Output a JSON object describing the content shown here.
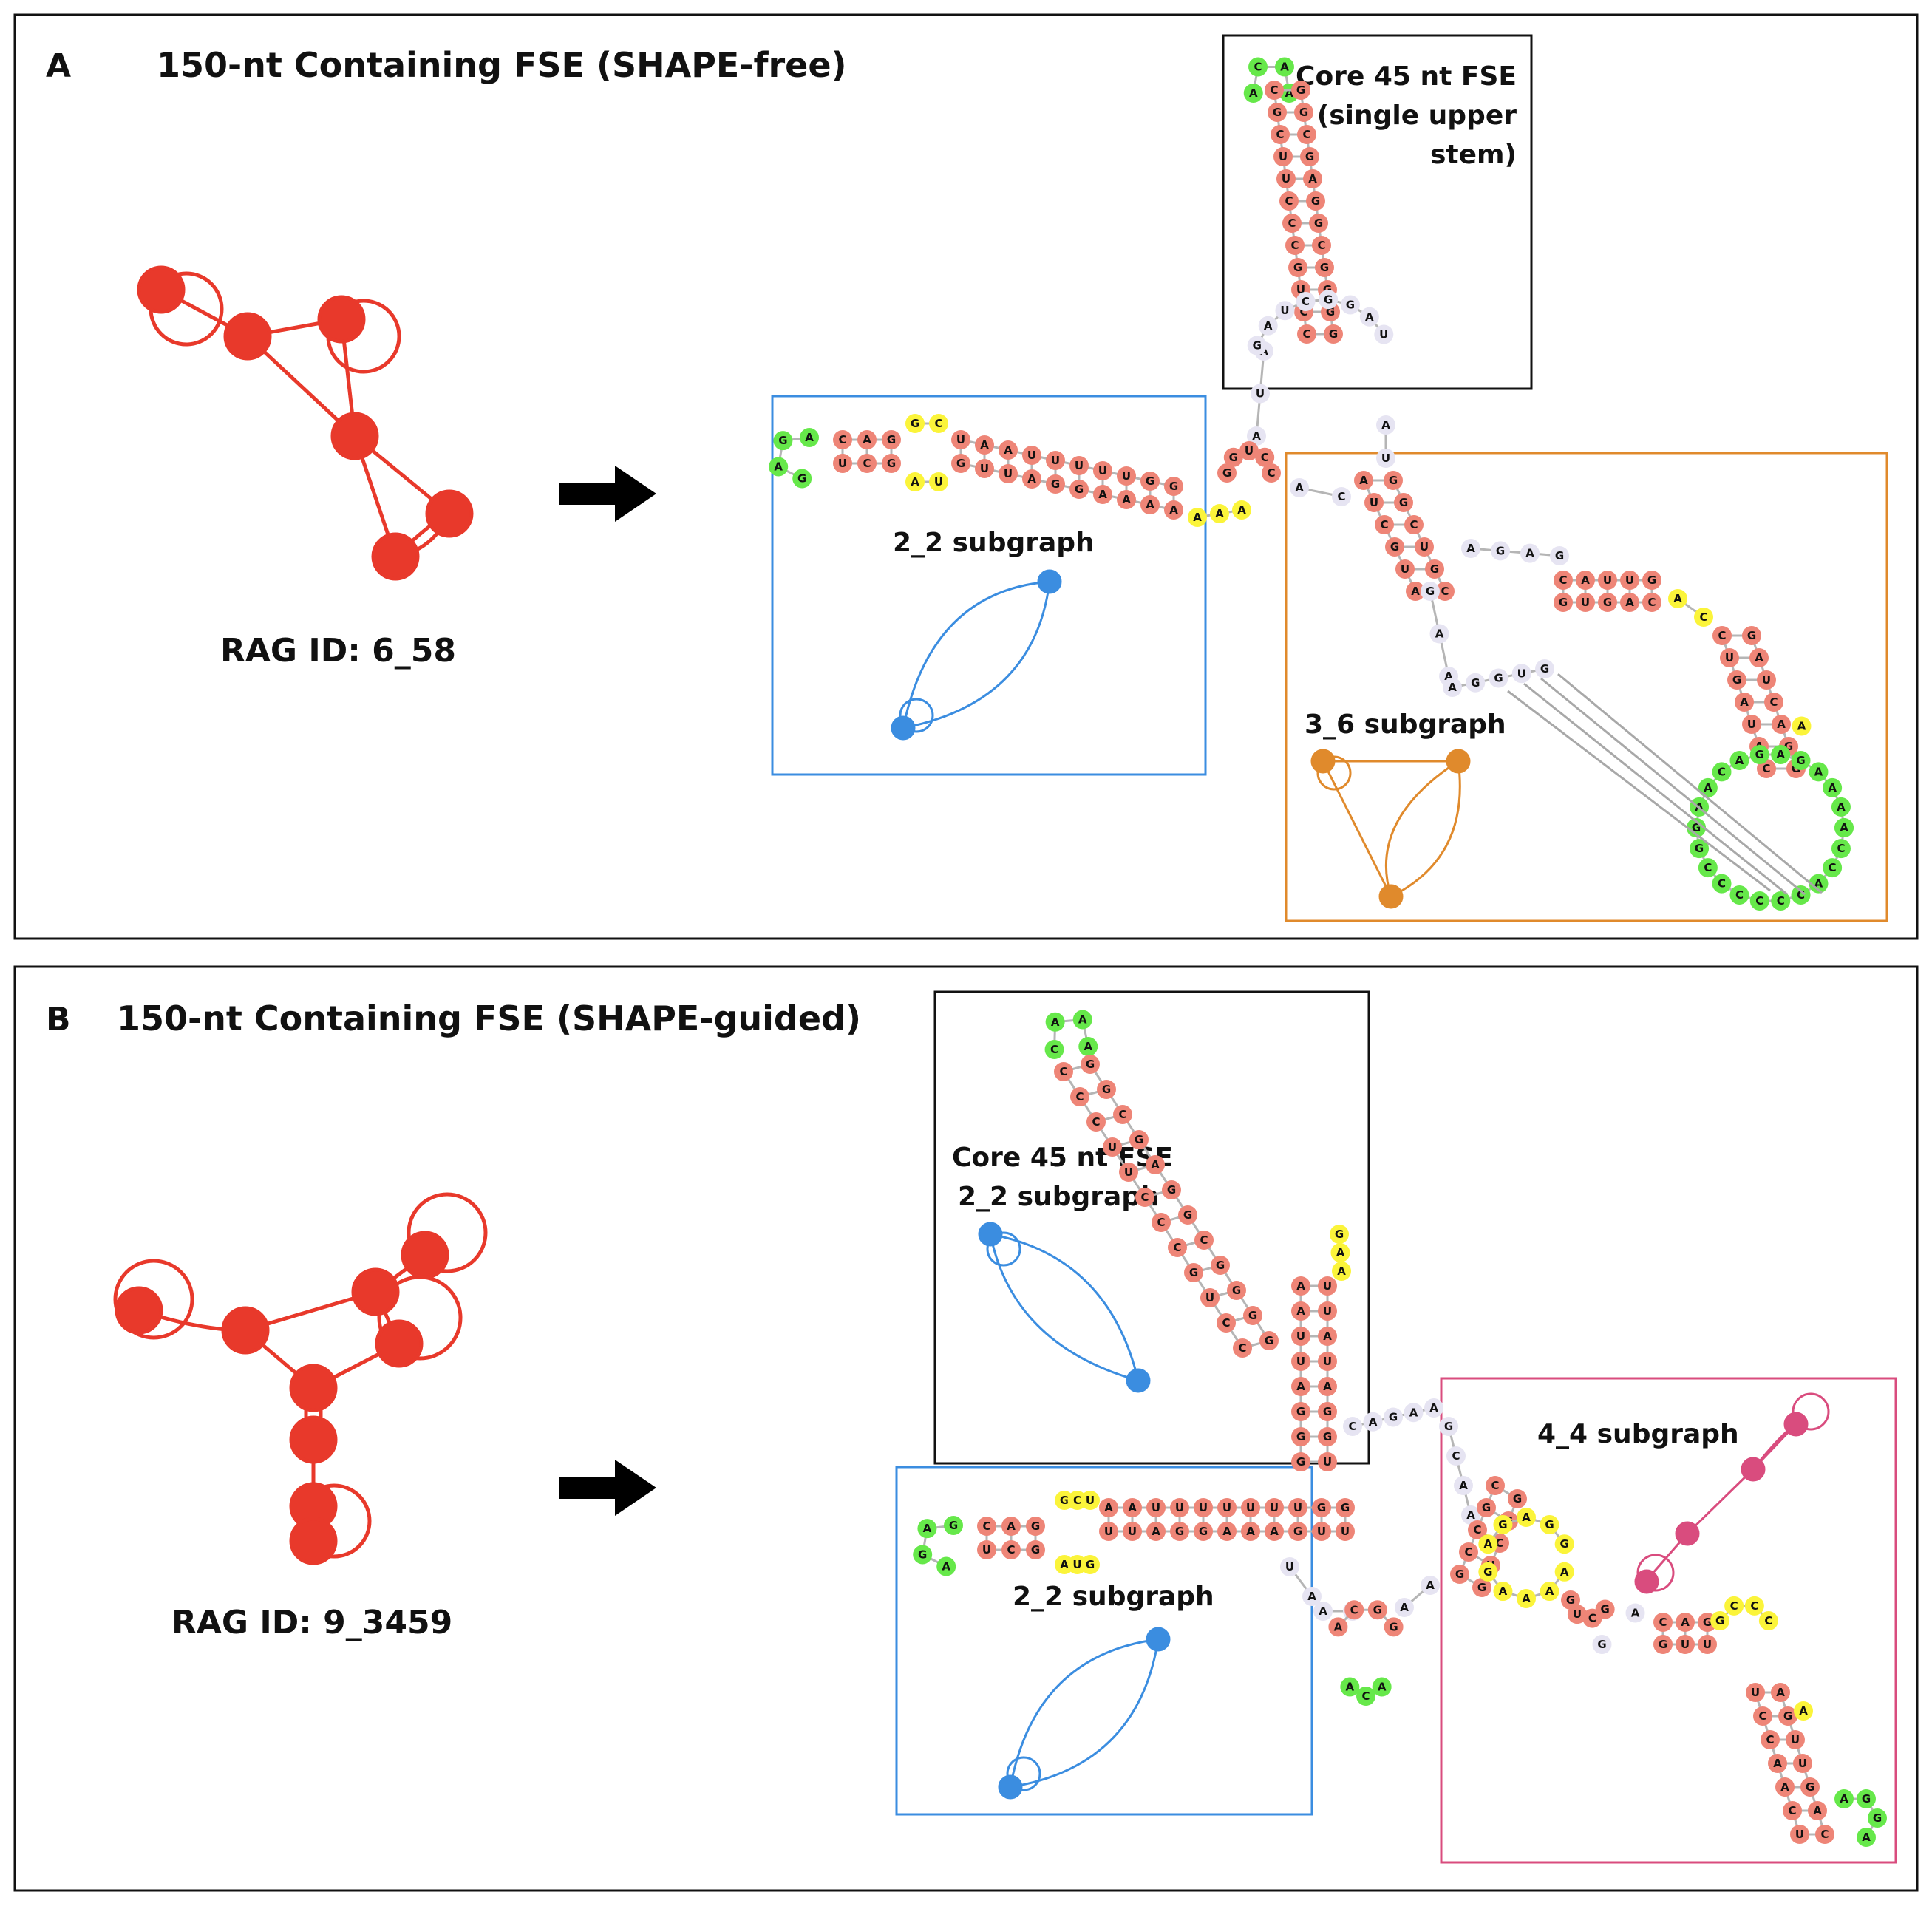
{
  "panel_a": {
    "letter": "A",
    "title": "150-nt Containing FSE (SHAPE-free)",
    "rag_id": "RAG ID: 6_58",
    "core_lines": [
      "Core 45 nt FSE",
      "(single upper",
      "stem)"
    ],
    "sub_blue": "2_2 subgraph",
    "sub_orange": "3_6 subgraph"
  },
  "panel_b": {
    "letter": "B",
    "title": "150-nt Containing FSE (SHAPE-guided)",
    "rag_id": "RAG ID: 9_3459",
    "core_lines": [
      "Core 45 nt FSE",
      "2_2 subgraph"
    ],
    "sub_blue": "2_2 subgraph",
    "sub_pink": "4_4 subgraph"
  },
  "colors": {
    "rag_graph": "#e8392b",
    "blue": "#3b8de0",
    "orange": "#e08a2c",
    "pink": "#d94c7e",
    "stem_nt": "#ee8577",
    "hairpin_nt": "#66e84a",
    "interior_nt": "#fbf43a",
    "loop_nt": "#e6e4f2"
  }
}
